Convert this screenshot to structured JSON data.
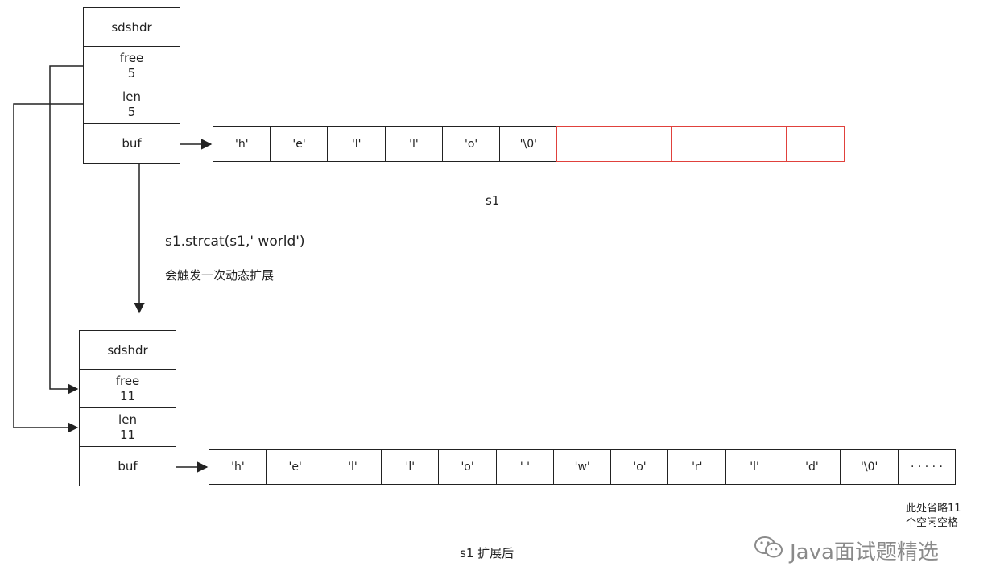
{
  "top": {
    "header": "sdshdr",
    "free": {
      "label": "free",
      "value": "5"
    },
    "len": {
      "label": "len",
      "value": "5"
    },
    "buf": "buf",
    "cells": [
      "'h'",
      "'e'",
      "'l'",
      "'l'",
      "'o'",
      "'\\0'"
    ],
    "empty_cells": 5,
    "caption": "s1"
  },
  "transition": {
    "command": "s1.strcat(s1,' world')",
    "note": "会触发一次动态扩展"
  },
  "bottom": {
    "header": "sdshdr",
    "free": {
      "label": "free",
      "value": "11"
    },
    "len": {
      "label": "len",
      "value": "11"
    },
    "buf": "buf",
    "cells": [
      "'h'",
      "'e'",
      "'l'",
      "'l'",
      "'o'",
      "' '",
      "'w'",
      "'o'",
      "'r'",
      "'l'",
      "'d'",
      "'\\0'",
      "· · · · ·"
    ],
    "caption": "s1 扩展后",
    "omitted_note_line1": "此处省略11",
    "omitted_note_line2": "个空闲空格"
  },
  "watermark": {
    "icon": "wechat-icon",
    "text": "Java面试题精选",
    "color": "#8a8a8a"
  },
  "colors": {
    "free_space_border": "#e0413c",
    "line": "#222222"
  }
}
